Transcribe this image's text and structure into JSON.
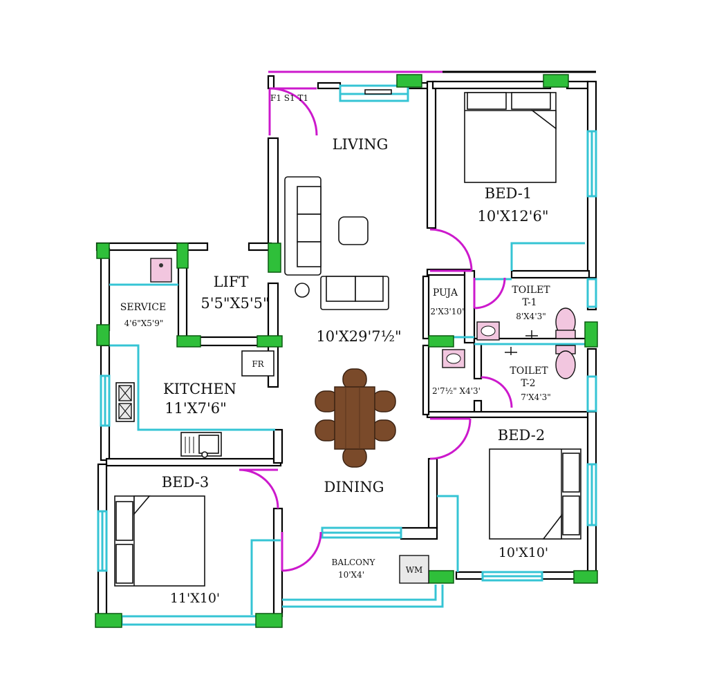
{
  "plan": {
    "entrance_label": "F1 S1 T1",
    "rooms": {
      "living": {
        "name": "LIVING",
        "size": "10'X29'7½\""
      },
      "dining": {
        "name": "DINING"
      },
      "bed1": {
        "name": "BED-1",
        "size": "10'X12'6\""
      },
      "bed2": {
        "name": "BED-2",
        "size": "10'X10'"
      },
      "bed3": {
        "name": "BED-3",
        "size": "11'X10'"
      },
      "kitchen": {
        "name": "KITCHEN",
        "size": "11'X7'6\""
      },
      "lift": {
        "name": "LIFT",
        "size": "5'5\"X5'5\""
      },
      "service": {
        "name": "SERVICE",
        "size": "4'6\"X5'9\""
      },
      "puja": {
        "name": "PUJA",
        "size": "2'X3'10\""
      },
      "toilet1": {
        "name": "TOILET",
        "code": "T-1",
        "size": "8'X4'3\""
      },
      "toilet2": {
        "name": "TOILET",
        "code": "T-2",
        "size": "7'X4'3\""
      },
      "passage": {
        "size": "2'7½\" X4'3'"
      },
      "balcony": {
        "name": "BALCONY",
        "size": "10'X4'"
      }
    },
    "fixtures": {
      "fridge": "FR",
      "washing_machine": "WM"
    },
    "colors": {
      "wall": "#000000",
      "window": "#35c4d4",
      "door": "#cc19cc",
      "column": "#2fbf3a",
      "table": "#7a4a2a"
    }
  }
}
